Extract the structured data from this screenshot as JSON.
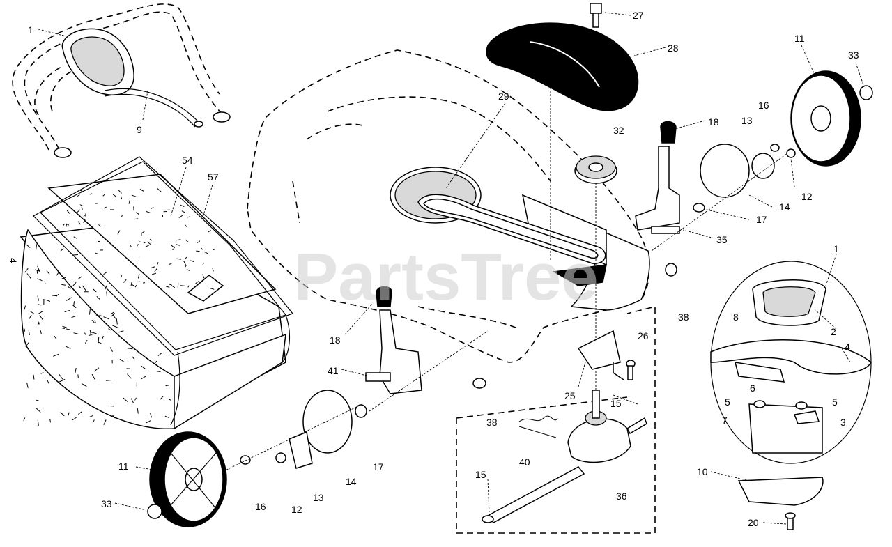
{
  "watermark": "PartsTree",
  "callouts": [
    {
      "id": "c1",
      "text": "1"
    },
    {
      "id": "c9",
      "text": "9"
    },
    {
      "id": "c54",
      "text": "54"
    },
    {
      "id": "c57",
      "text": "57"
    },
    {
      "id": "c4a",
      "text": "4"
    },
    {
      "id": "c29",
      "text": "29"
    },
    {
      "id": "c27",
      "text": "27"
    },
    {
      "id": "c28",
      "text": "28"
    },
    {
      "id": "c11a",
      "text": "11"
    },
    {
      "id": "c33a",
      "text": "33"
    },
    {
      "id": "c32",
      "text": "32"
    },
    {
      "id": "c18a",
      "text": "18"
    },
    {
      "id": "c13a",
      "text": "13"
    },
    {
      "id": "c16a",
      "text": "16"
    },
    {
      "id": "c12a",
      "text": "12"
    },
    {
      "id": "c14a",
      "text": "14"
    },
    {
      "id": "c17a",
      "text": "17"
    },
    {
      "id": "c35",
      "text": "35"
    },
    {
      "id": "c38a",
      "text": "38"
    },
    {
      "id": "c1b",
      "text": "1"
    },
    {
      "id": "c8",
      "text": "8"
    },
    {
      "id": "c2",
      "text": "2"
    },
    {
      "id": "c4b",
      "text": "4"
    },
    {
      "id": "c6",
      "text": "6"
    },
    {
      "id": "c5a",
      "text": "5"
    },
    {
      "id": "c5b",
      "text": "5"
    },
    {
      "id": "c7",
      "text": "7"
    },
    {
      "id": "c3",
      "text": "3"
    },
    {
      "id": "c10",
      "text": "10"
    },
    {
      "id": "c20",
      "text": "20"
    },
    {
      "id": "c18b",
      "text": "18"
    },
    {
      "id": "c41",
      "text": "41"
    },
    {
      "id": "c26",
      "text": "26"
    },
    {
      "id": "c25",
      "text": "25"
    },
    {
      "id": "c15a",
      "text": "15"
    },
    {
      "id": "c38b",
      "text": "38"
    },
    {
      "id": "c40",
      "text": "40"
    },
    {
      "id": "c15b",
      "text": "15"
    },
    {
      "id": "c36",
      "text": "36"
    },
    {
      "id": "c11b",
      "text": "11"
    },
    {
      "id": "c33b",
      "text": "33"
    },
    {
      "id": "c16b",
      "text": "16"
    },
    {
      "id": "c12b",
      "text": "12"
    },
    {
      "id": "c13b",
      "text": "13"
    },
    {
      "id": "c14b",
      "text": "14"
    },
    {
      "id": "c17b",
      "text": "17"
    }
  ]
}
